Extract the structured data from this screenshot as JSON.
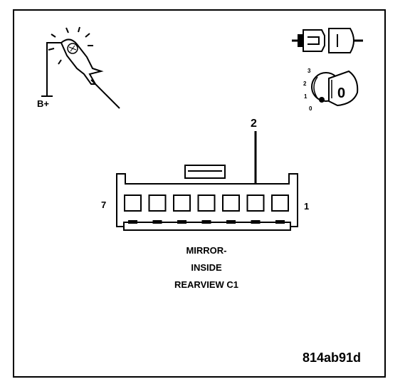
{
  "diagram": {
    "test_light": {
      "label": "B+"
    },
    "ignition": {
      "positions": [
        "3",
        "2",
        "1",
        "0"
      ],
      "key_label": "0"
    },
    "connector": {
      "pin_left": "7",
      "pin_right": "1",
      "pin_count": 7,
      "arrow_pin_label": "2",
      "name_lines": [
        "MIRROR-",
        "INSIDE",
        "REARVIEW C1"
      ]
    },
    "figure_id": "814ab91d",
    "colors": {
      "ink": "#000000",
      "paper": "#ffffff"
    }
  }
}
